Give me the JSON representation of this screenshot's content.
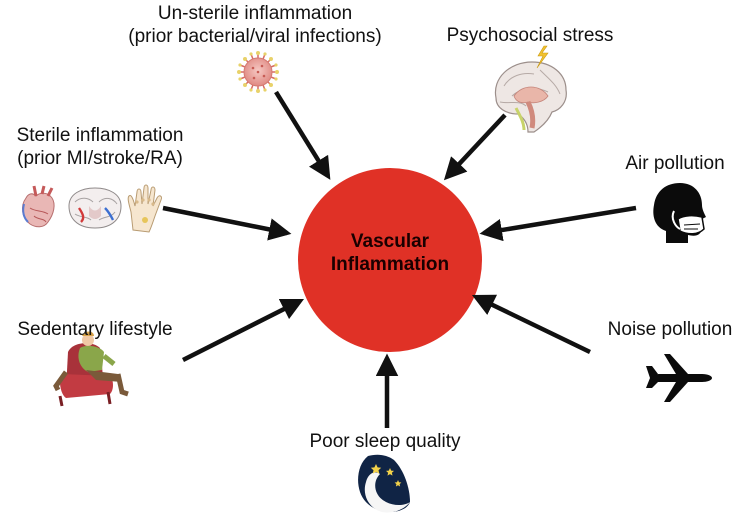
{
  "center": {
    "line1": "Vascular",
    "line2": "Inflammation",
    "color": "#e03126"
  },
  "factors": {
    "unsterile": {
      "line1": "Un-sterile inflammation",
      "line2": "(prior bacterial/viral infections)",
      "icon": "virus-icon"
    },
    "psychosocial": {
      "line1": "Psychosocial stress",
      "icon": "brain-icon"
    },
    "sterile": {
      "line1": "Sterile inflammation",
      "line2": "(prior MI/stroke/RA)",
      "icons": [
        "heart-icon",
        "brain-slice-icon",
        "hand-joint-icon"
      ]
    },
    "air": {
      "line1": "Air pollution",
      "icon": "face-mask-icon"
    },
    "sedentary": {
      "line1": "Sedentary lifestyle",
      "icon": "person-in-armchair-icon"
    },
    "noise": {
      "line1": "Noise pollution",
      "icon": "airplane-icon"
    },
    "sleep": {
      "line1": "Poor sleep quality",
      "icon": "moon-stars-icon"
    }
  }
}
